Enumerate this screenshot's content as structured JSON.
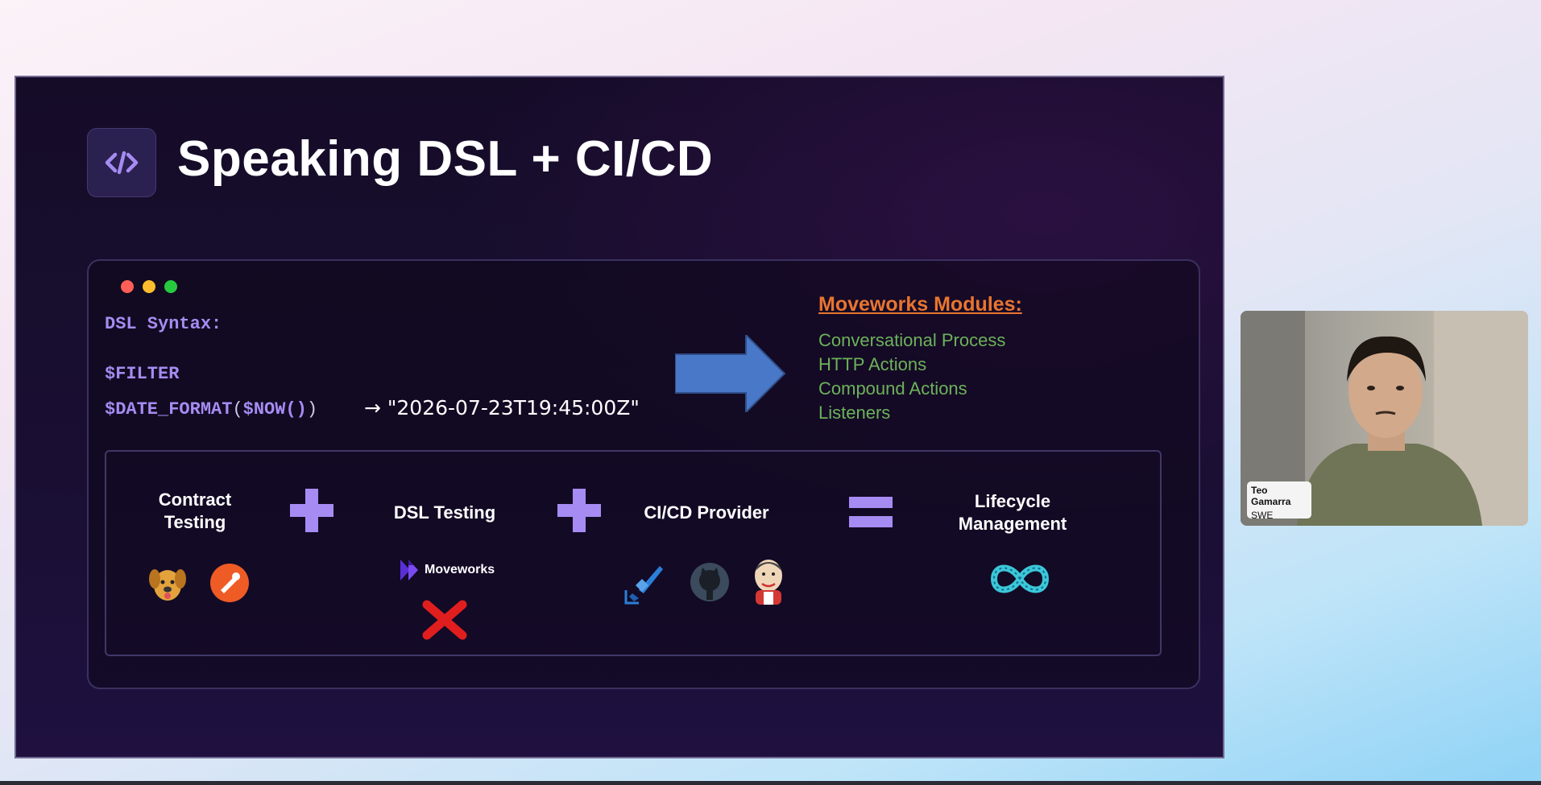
{
  "slide": {
    "title": "Speaking DSL + CI/CD",
    "title_icon": "code-icon"
  },
  "code_window": {
    "window_dots": [
      "#ff5f56",
      "#ffbd2e",
      "#27c93f"
    ],
    "heading": "DSL Syntax:",
    "line1": "$FILTER",
    "line2_fn": "$DATE_FORMAT",
    "line2_open": "(",
    "line2_arg": "$NOW()",
    "line2_close": ")",
    "line2_arrow": "→",
    "line2_result": "\"2026-07-23T19:45:00Z\""
  },
  "modules": {
    "title": "Moveworks Modules:",
    "items": [
      "Conversational Process",
      "HTTP Actions",
      "Compound Actions",
      "Listeners"
    ]
  },
  "workflow": {
    "contract_testing": "Contract\nTesting",
    "dsl_testing": "DSL Testing",
    "cicd_provider": "CI/CD Provider",
    "lifecycle": "Lifecycle\nManagement",
    "moveworks_brand": "Moveworks",
    "operators": [
      "plus-icon",
      "plus-icon",
      "equals-icon"
    ],
    "icons": [
      "dog-logo-icon",
      "postman-logo-icon",
      "moveworks-logo-icon",
      "red-x-icon",
      "azure-pipelines-icon",
      "github-icon",
      "jenkins-icon",
      "infinity-loop-icon"
    ]
  },
  "presenter": {
    "name": "Teo Gamarra",
    "role": "SWE"
  },
  "colors": {
    "accent_purple": "#a68cf2",
    "module_title": "#e8752f",
    "module_item": "#6cb25a",
    "arrow_blue": "#4a78c8"
  }
}
